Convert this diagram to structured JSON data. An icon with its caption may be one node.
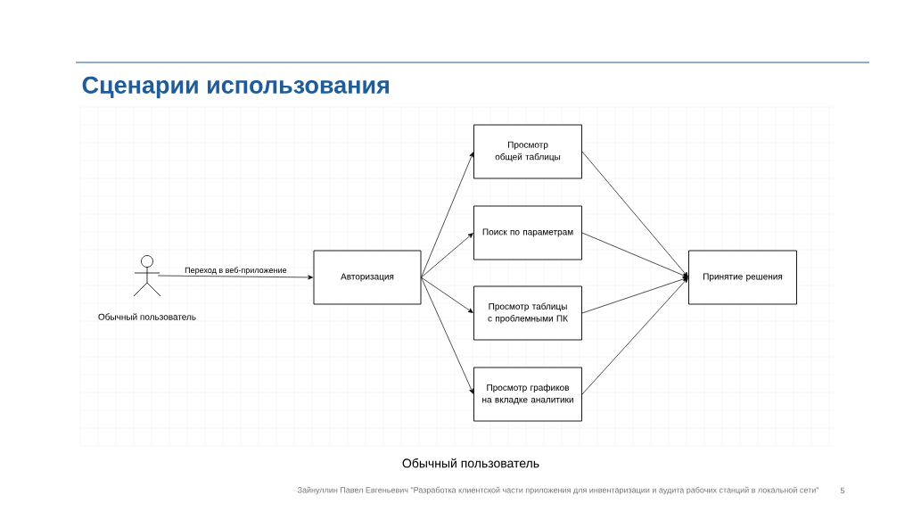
{
  "diagram": {
    "title": "Сценарии использования",
    "caption": "Обычный пользователь",
    "nodes": [
      {
        "text": [
          "Обычный пользователь"
        ]
      },
      {
        "text": [
          "Авторизация"
        ]
      },
      {
        "text": [
          "Просмотр общей таблицы"
        ]
      },
      {
        "text": [
          "Поиск по параметрам"
        ]
      },
      {
        "text": [
          "Просмотр таблицы с проблемными ПК"
        ]
      },
      {
        "text": [
          "Просмотр графиков на вкладке аналитики"
        ]
      },
      {
        "text": [
          "Принятие решения"
        ]
      }
    ],
    "edges": [
      {
        "from": 0,
        "to": 1,
        "arrow": "to",
        "label": "Переход в веб-приложение"
      },
      {
        "from": 1,
        "to": 2,
        "arrow": "to"
      },
      {
        "from": 1,
        "to": 3,
        "arrow": "to"
      },
      {
        "from": 1,
        "to": 4,
        "arrow": "to"
      },
      {
        "from": 1,
        "to": 5,
        "arrow": "to"
      },
      {
        "from": 2,
        "to": 6,
        "arrow": "to"
      },
      {
        "from": 3,
        "to": 6,
        "arrow": "to"
      },
      {
        "from": 4,
        "to": 6,
        "arrow": "to"
      },
      {
        "from": 5,
        "to": 6,
        "arrow": "to"
      }
    ],
    "labels": [
      "Зайнуллин Павел Евгеньевич \"Разработка клиентской части приложения для инвентаризации и аудита рабочих станций в локальной сети\"",
      "5"
    ]
  }
}
